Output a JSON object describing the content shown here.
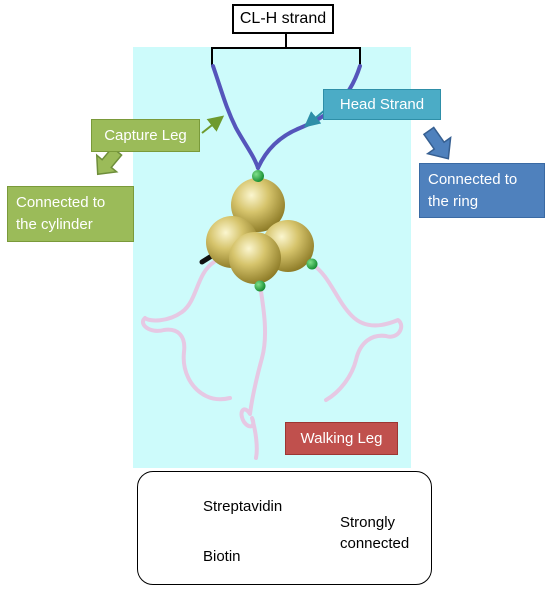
{
  "title": "CL-H strand",
  "labels": {
    "capture_leg": "Capture Leg",
    "head_strand": "Head Strand",
    "connected_cylinder": [
      "Connected to",
      "the cylinder"
    ],
    "connected_ring": [
      "Connected to",
      "the ring"
    ],
    "walking_leg": "Walking Leg"
  },
  "legend": {
    "streptavidin": "Streptavidin",
    "biotin": "Biotin",
    "connection": [
      "Strongly",
      "connected"
    ]
  },
  "colors": {
    "background_panel": "#cdfbfb",
    "strand": "#5555bb",
    "walking_leg": "#e6c8e3",
    "streptavidin": "#d8cf98",
    "biotin": "#22aa44",
    "capture_leg_box": "#9bbb59",
    "head_strand_box": "#4bacc6",
    "ring_box": "#4f81bd",
    "walking_leg_box": "#c0504d"
  }
}
